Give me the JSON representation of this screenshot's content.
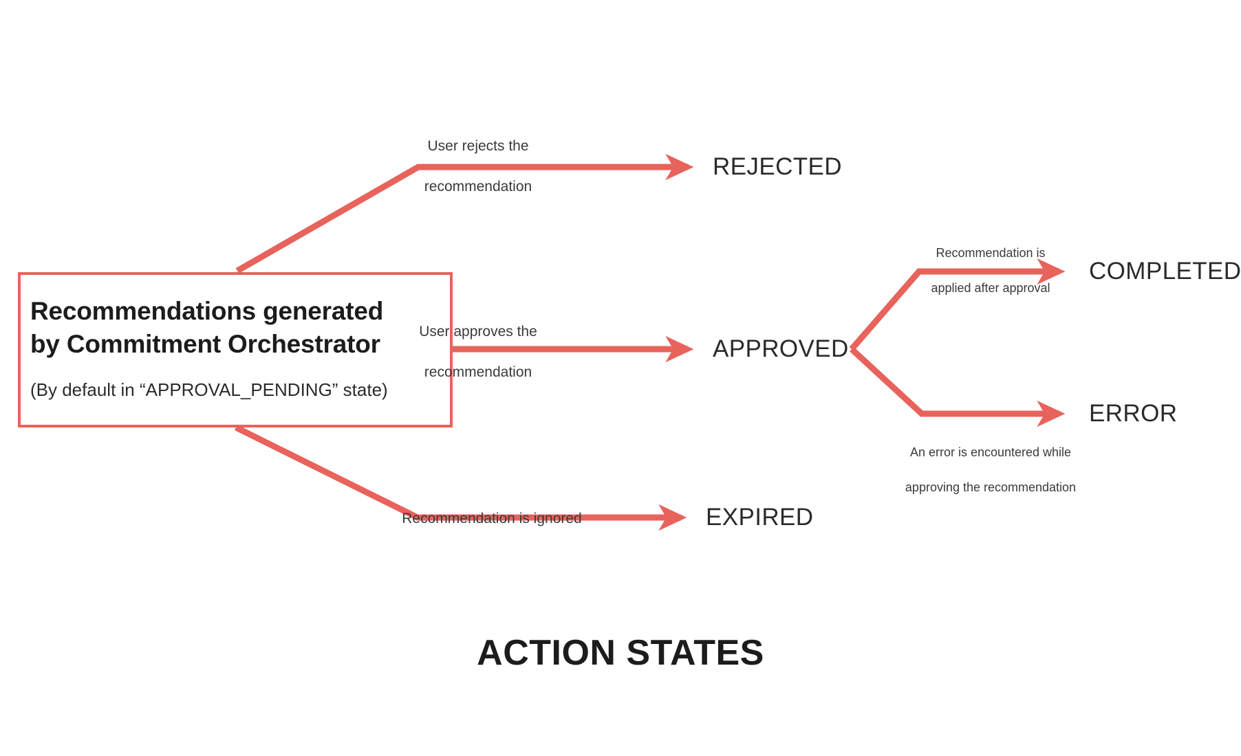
{
  "diagram": {
    "title": "ACTION STATES",
    "accent_color": "#E8635C",
    "text_color": "#2a2a2a",
    "background": "#ffffff"
  },
  "source_node": {
    "title": "Recommendations generated by Commitment Orchestrator",
    "title_line1": "Recommendations generated",
    "title_line2": "by Commitment Orchestrator",
    "subtitle": "(By default in “APPROVAL_PENDING” state)"
  },
  "states": {
    "rejected": "REJECTED",
    "approved": "APPROVED",
    "expired": "EXPIRED",
    "completed": "COMPLETED",
    "error": "ERROR"
  },
  "transitions": [
    {
      "id": "to-rejected",
      "from": "Recommendations generated by Commitment Orchestrator",
      "to": "REJECTED",
      "label": "User rejects the\nrecommendation",
      "label_line1": "User rejects the",
      "label_line2": "recommendation"
    },
    {
      "id": "to-approved",
      "from": "Recommendations generated by Commitment Orchestrator",
      "to": "APPROVED",
      "label": "User approves the\nrecommendation",
      "label_line1": "User approves the",
      "label_line2": "recommendation"
    },
    {
      "id": "to-expired",
      "from": "Recommendations generated by Commitment Orchestrator",
      "to": "EXPIRED",
      "label": "Recommendation is ignored",
      "label_line1": "Recommendation is ignored",
      "label_line2": ""
    },
    {
      "id": "to-completed",
      "from": "APPROVED",
      "to": "COMPLETED",
      "label": "Recommendation is\napplied after approval",
      "label_line1": "Recommendation is",
      "label_line2": "applied after approval"
    },
    {
      "id": "to-error",
      "from": "APPROVED",
      "to": "ERROR",
      "label": "An error is encountered while\napproving the recommendation",
      "label_line1": "An error is encountered while",
      "label_line2": "approving the recommendation"
    }
  ]
}
